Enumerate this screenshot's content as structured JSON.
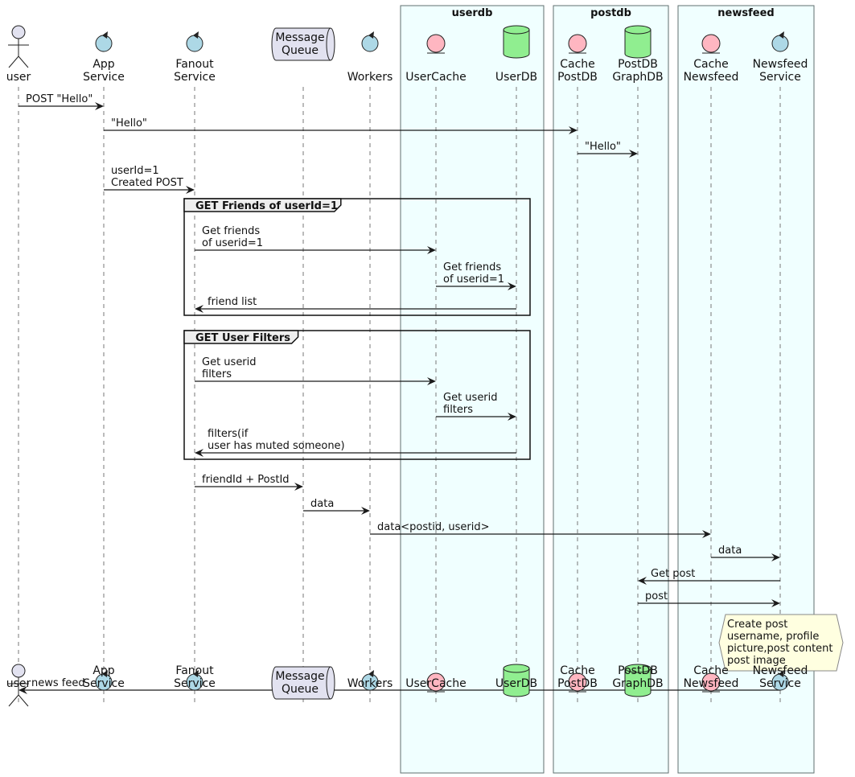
{
  "colors": {
    "actor": "#e2e2f0",
    "control": "#add8e6",
    "entity": "#ffb6c1",
    "database": "#90ee90",
    "queue": "#e2e2f0",
    "box_fill": "#f0ffff",
    "note_fill": "#ffffe0"
  },
  "boxes": [
    {
      "id": "userdb",
      "title": "userdb"
    },
    {
      "id": "postdb",
      "title": "postdb"
    },
    {
      "id": "newsfeed",
      "title": "newsfeed"
    }
  ],
  "participants": [
    {
      "id": "user",
      "type": "actor",
      "label": "user"
    },
    {
      "id": "app",
      "type": "control",
      "label": "App\nService"
    },
    {
      "id": "fanout",
      "type": "control",
      "label": "Fanout\nService"
    },
    {
      "id": "mq",
      "type": "queue",
      "label": "Message\nQueue"
    },
    {
      "id": "workers",
      "type": "control",
      "label": "Workers"
    },
    {
      "id": "usercache",
      "type": "entity",
      "label": "UserCache"
    },
    {
      "id": "userdbp",
      "type": "database",
      "label": "UserDB"
    },
    {
      "id": "cachepost",
      "type": "entity",
      "label": "Cache\nPostDB"
    },
    {
      "id": "postgraph",
      "type": "database",
      "label": "PostDB\nGraphDB"
    },
    {
      "id": "cachenews",
      "type": "entity",
      "label": "Cache\nNewsfeed"
    },
    {
      "id": "newsserv",
      "type": "control",
      "label": "Newsfeed\nService"
    }
  ],
  "messages": [
    {
      "from": "user",
      "to": "app",
      "label": "POST \"Hello\""
    },
    {
      "from": "app",
      "to": "cachepost",
      "label": "\"Hello\""
    },
    {
      "from": "cachepost",
      "to": "postgraph",
      "label": "\"Hello\""
    },
    {
      "from": "app",
      "to": "fanout",
      "label": "userId=1\nCreated POST"
    },
    {
      "from": "fanout",
      "to": "usercache",
      "label": "Get friends\nof userid=1"
    },
    {
      "from": "usercache",
      "to": "userdbp",
      "label": "Get friends\nof userid=1"
    },
    {
      "from": "userdbp",
      "to": "fanout",
      "label": "friend list"
    },
    {
      "from": "fanout",
      "to": "usercache",
      "label": "Get userid\nfilters"
    },
    {
      "from": "usercache",
      "to": "userdbp",
      "label": "Get userid\nfilters"
    },
    {
      "from": "userdbp",
      "to": "fanout",
      "label": "filters(if\nuser has muted someone)"
    },
    {
      "from": "fanout",
      "to": "mq",
      "label": "friendId + PostId"
    },
    {
      "from": "mq",
      "to": "workers",
      "label": "data"
    },
    {
      "from": "workers",
      "to": "cachenews",
      "label": "data<postid, userid>"
    },
    {
      "from": "cachenews",
      "to": "newsserv",
      "label": "data"
    },
    {
      "from": "newsserv",
      "to": "postgraph",
      "label": "Get post"
    },
    {
      "from": "postgraph",
      "to": "newsserv",
      "label": "post"
    },
    {
      "from": "newsserv",
      "to": "user",
      "label": "news feed"
    }
  ],
  "groups": [
    {
      "label": "GET Friends of userId=1"
    },
    {
      "label": "GET User Filters"
    }
  ],
  "note": {
    "over": "newsserv",
    "text": "Create post\nusername, profile\npicture,post content\npost image"
  }
}
